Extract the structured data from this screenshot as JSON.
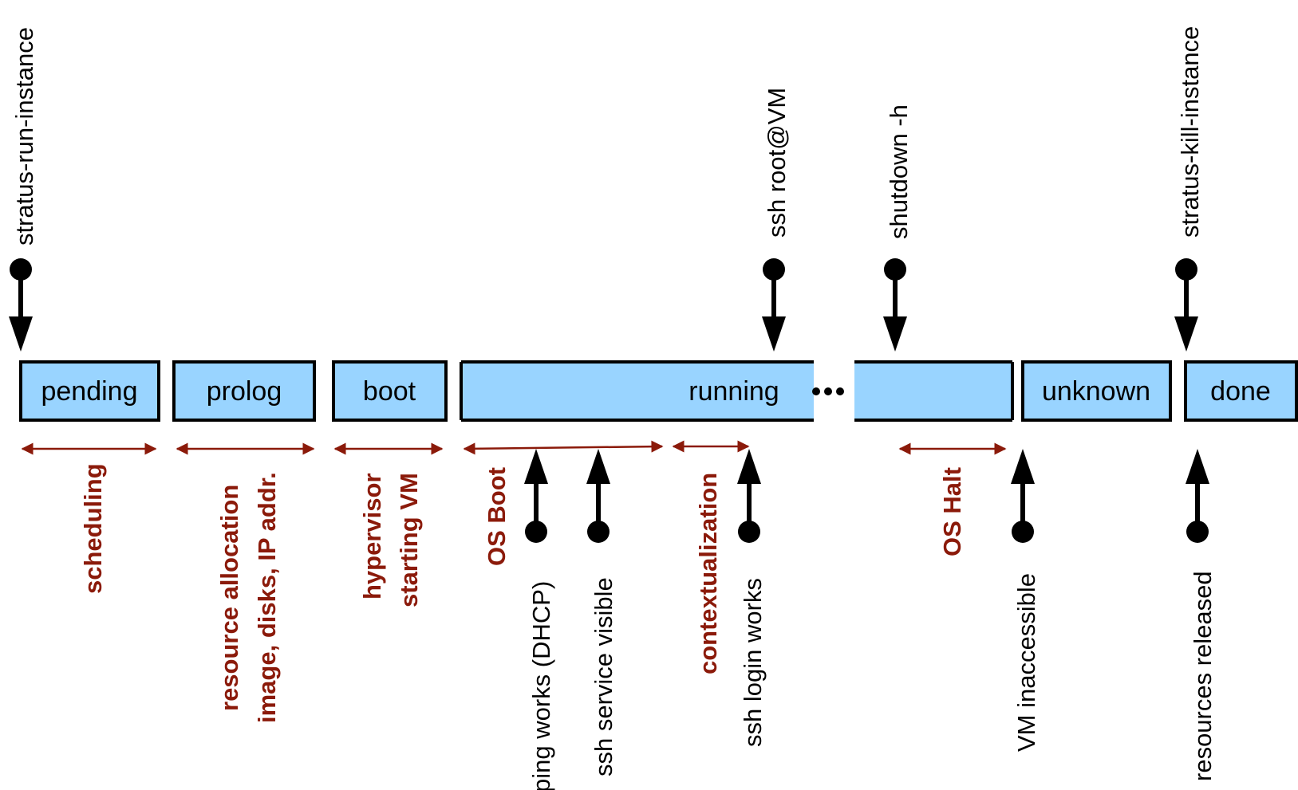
{
  "states": [
    "pending",
    "prolog",
    "boot",
    "running",
    "unknown",
    "done"
  ],
  "commands": [
    "stratus-run-instance",
    "ssh root@VM",
    "shutdown -h",
    "stratus-kill-instance"
  ],
  "phases": {
    "scheduling": "scheduling",
    "resource_allocation": [
      "resource allocation",
      "image, disks, IP addr."
    ],
    "hypervisor": [
      "hypervisor",
      "starting VM"
    ],
    "os_boot": "OS Boot",
    "contextualization": "contextualization",
    "os_halt": "OS Halt"
  },
  "events": {
    "ping": "ping works (DHCP)",
    "ssh_service": "ssh service visible",
    "ssh_login": "ssh login works",
    "vm_inaccessible": "VM inaccessible",
    "resources_released": "resources released"
  },
  "colors": {
    "state_fill": "#99d4ff",
    "phase_color": "#8b1a0a"
  }
}
